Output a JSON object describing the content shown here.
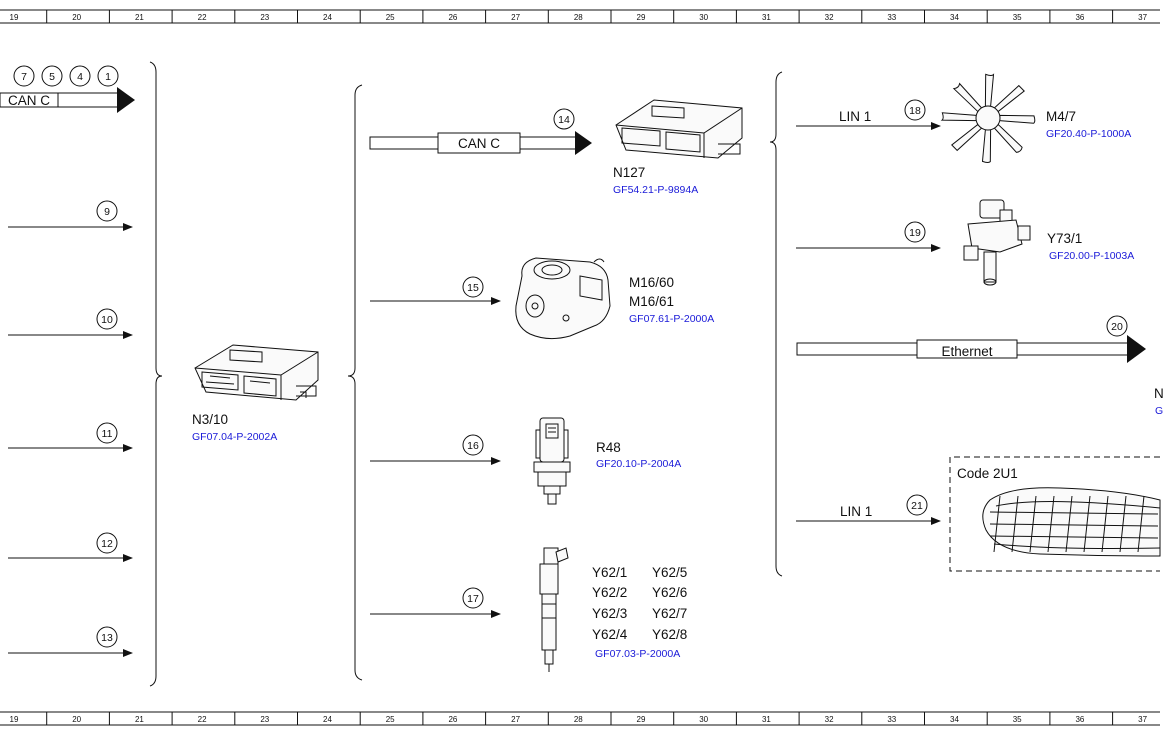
{
  "ruler": {
    "columns": [
      "19",
      "20",
      "21",
      "22",
      "23",
      "24",
      "25",
      "26",
      "27",
      "28",
      "29",
      "30",
      "31",
      "32",
      "33",
      "34",
      "35",
      "36",
      "37"
    ]
  },
  "signals": {
    "top_left_numbers": [
      "7",
      "5",
      "4",
      "1"
    ],
    "top_left_bus": "CAN C",
    "left_numbers": [
      "9",
      "10",
      "11",
      "12",
      "13"
    ],
    "can_c_bus": "CAN C",
    "n127_wire_number": "14",
    "mid_numbers": [
      "15",
      "16",
      "17"
    ],
    "lin_top": "LIN 1",
    "lin_top_number": "18",
    "y73_wire_number": "19",
    "ethernet": "Ethernet",
    "ethernet_number": "20",
    "lin_bottom": "LIN 1",
    "lin_bottom_number": "21"
  },
  "components": {
    "n3_10": {
      "name": "N3/10",
      "ref": "GF07.04-P-2002A"
    },
    "n127": {
      "name": "N127",
      "ref": "GF54.21-P-9894A"
    },
    "m16": {
      "name1": "M16/60",
      "name2": "M16/61",
      "ref": "GF07.61-P-2000A"
    },
    "r48": {
      "name": "R48",
      "ref": "GF20.10-P-2004A"
    },
    "y62": {
      "names": [
        "Y62/1",
        "Y62/5",
        "Y62/2",
        "Y62/6",
        "Y62/3",
        "Y62/7",
        "Y62/4",
        "Y62/8"
      ],
      "ref": "GF07.03-P-2000A"
    },
    "m4_7": {
      "name": "M4/7",
      "ref": "GF20.40-P-1000A"
    },
    "y73_1": {
      "name": "Y73/1",
      "ref": "GF20.00-P-1003A"
    },
    "cut_off": {
      "name": "N",
      "ref": "G"
    },
    "code_box": {
      "label": "Code 2U1"
    }
  },
  "colors": {
    "line": "#111111",
    "reference": "#1a1ad8",
    "background": "#ffffff"
  }
}
